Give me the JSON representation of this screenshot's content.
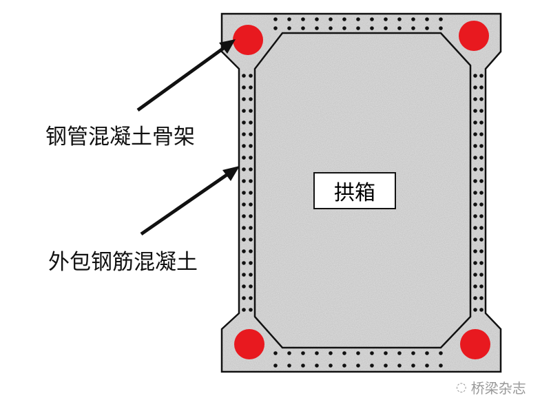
{
  "labels": {
    "skeleton": "钢管混凝土骨架",
    "encasement": "外包钢筋混凝土",
    "box": "拱箱"
  },
  "watermark": {
    "icon": "wechat-icon",
    "text": "桥梁杂志"
  },
  "colors": {
    "steel_tube": "#e8191f",
    "concrete": "#b0b0b0",
    "rebar": "#111111"
  }
}
